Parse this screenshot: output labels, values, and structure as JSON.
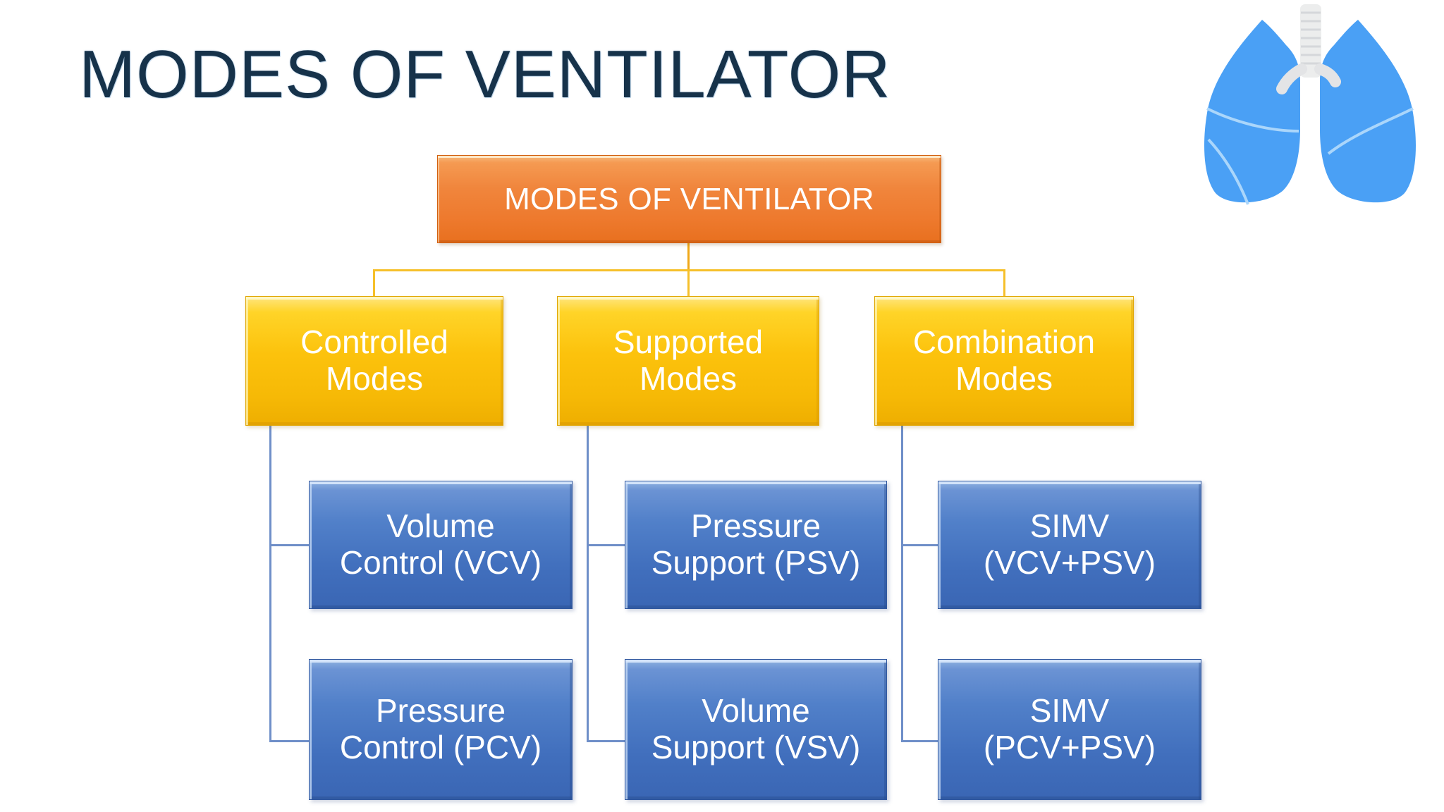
{
  "slide": {
    "title": "MODES OF VENTILATOR",
    "background_color": "#ffffff",
    "title_color": "#16324a"
  },
  "decoration": {
    "lungs_icon": "lungs-icon",
    "lung_color": "#4aa0f5",
    "trachea_color": "#e9eaec"
  },
  "chart_data": {
    "type": "tree-diagram",
    "title": "MODES OF VENTILATOR",
    "root": {
      "label": "MODES OF VENTILATOR",
      "color": "#ef7f33"
    },
    "branches": [
      {
        "label": "Controlled\nModes",
        "color": "#fcc20c",
        "children": [
          {
            "label": "Volume\nControl (VCV)",
            "color": "#4673bf"
          },
          {
            "label": "Pressure\nControl (PCV)",
            "color": "#4673bf"
          }
        ]
      },
      {
        "label": "Supported\nModes",
        "color": "#fcc20c",
        "children": [
          {
            "label": "Pressure\nSupport (PSV)",
            "color": "#4673bf"
          },
          {
            "label": "Volume\nSupport (VSV)",
            "color": "#4673bf"
          }
        ]
      },
      {
        "label": "Combination\nModes",
        "color": "#fcc20c",
        "children": [
          {
            "label": "SIMV\n(VCV+PSV)",
            "color": "#4673bf"
          },
          {
            "label": "SIMV\n(PCV+PSV)",
            "color": "#4673bf"
          }
        ]
      }
    ]
  }
}
